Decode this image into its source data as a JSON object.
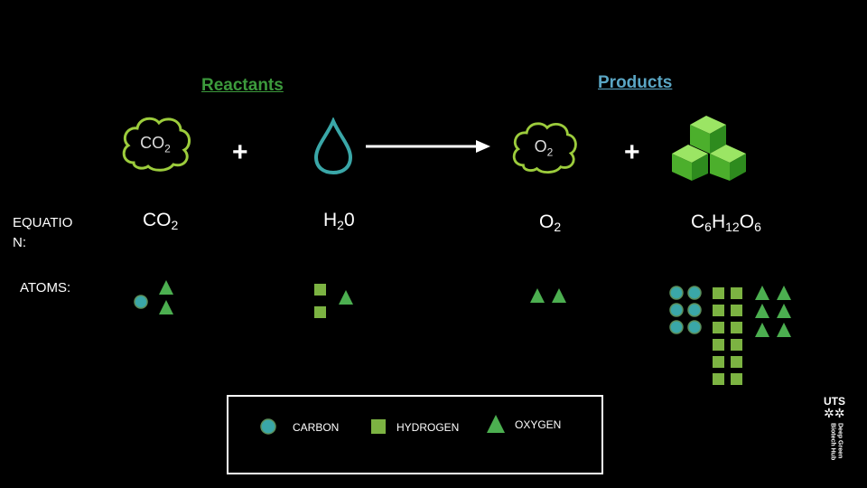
{
  "headings": {
    "reactants": "Reactants",
    "products": "Products"
  },
  "plus_sign": "+",
  "cloud_co2": {
    "main": "CO",
    "sub": "2"
  },
  "cloud_o2": {
    "main": "O",
    "sub": "2"
  },
  "row_labels": {
    "equation_line1": "EQUATIO",
    "equation_line2": "N:",
    "atoms": "ATOMS:"
  },
  "formulas": {
    "co2": {
      "p1": "CO",
      "s1": "2"
    },
    "h2o": {
      "p1": "H",
      "s1": "2",
      "p2": "0"
    },
    "o2": {
      "p1": "O",
      "s1": "2"
    },
    "glucose": {
      "p1": "C",
      "s1": "6",
      "p2": "H",
      "s2": "12",
      "p3": "O",
      "s3": "6"
    }
  },
  "legend": {
    "carbon": "CARBON",
    "hydrogen": "HYDROGEN",
    "oxygen": "OXYGEN"
  },
  "logo": {
    "name": "UTS",
    "subtitle": "Deep Green Biotech Hub"
  },
  "colors": {
    "reactants": "#3c9a3c",
    "products": "#5aa6c4",
    "carbon": "#3aa7a8",
    "hydrogen": "#7cb342",
    "oxygen": "#4caf50"
  }
}
